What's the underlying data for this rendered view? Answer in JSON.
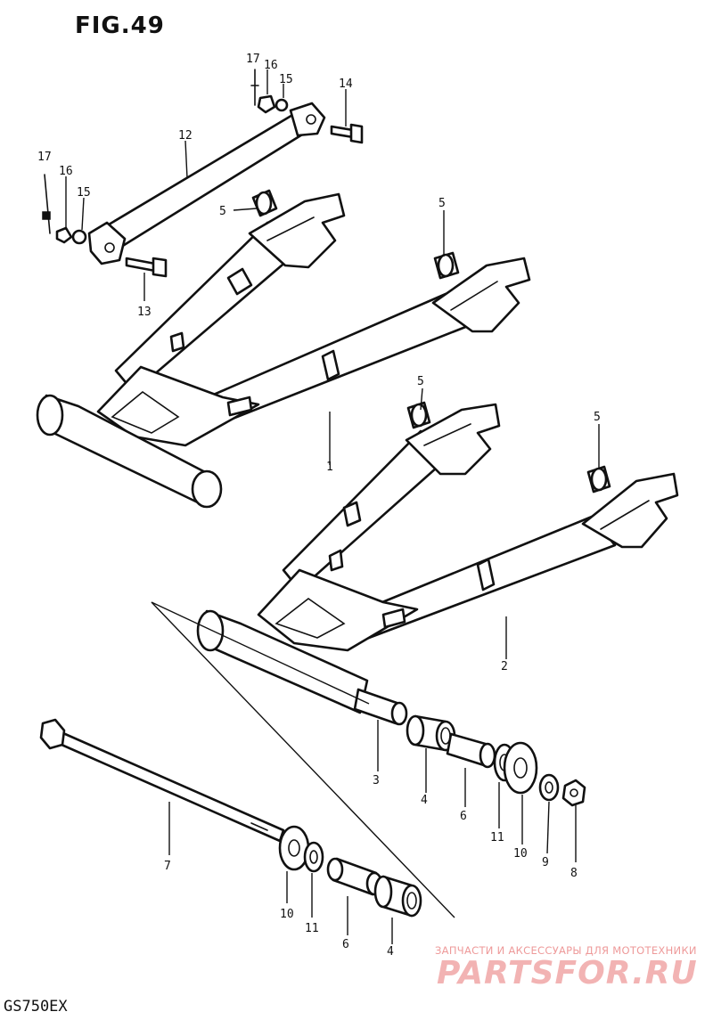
{
  "figure_title": "FIG.49",
  "model_code": "GS750EX",
  "watermark": {
    "tagline": "ЗАПЧАСТИ И АКСЕССУАРЫ ДЛЯ МОТОТЕХНИКИ",
    "brand": "PARTSFOR.RU"
  },
  "labels": {
    "p17_top": "17",
    "p16_top": "16",
    "p15_top": "15",
    "p14": "14",
    "p12": "12",
    "p17_left": "17",
    "p16_left": "16",
    "p15_left": "15",
    "p13": "13",
    "p5_a": "5",
    "p5_b": "5",
    "p1": "1",
    "p5_c": "5",
    "p5_d": "5",
    "p2": "2",
    "p3": "3",
    "p4_a": "4",
    "p6_a": "6",
    "p11_a": "11",
    "p10_a": "10",
    "p9": "9",
    "p8": "8",
    "p7": "7",
    "p10_b": "10",
    "p11_b": "11",
    "p6_b": "6",
    "p4_b": "4"
  }
}
